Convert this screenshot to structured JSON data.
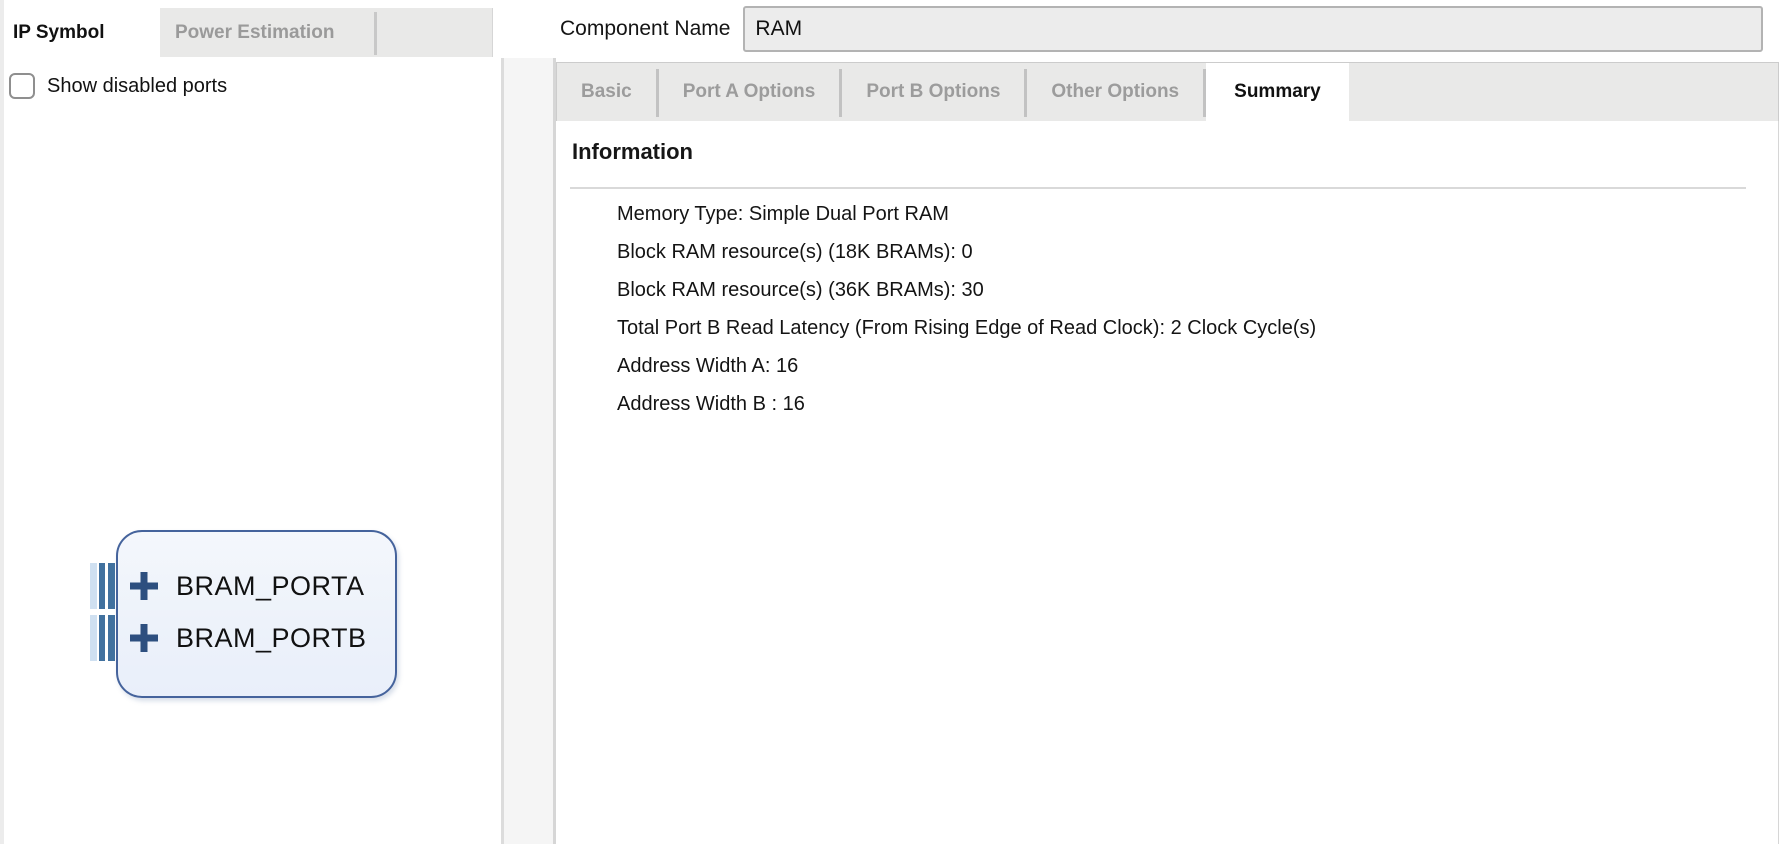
{
  "left_panel": {
    "tabs": [
      {
        "label": "IP Symbol",
        "active": true
      },
      {
        "label": "Power Estimation",
        "active": false
      }
    ],
    "show_disabled_ports_label": "Show disabled ports",
    "show_disabled_ports_checked": false,
    "ip_symbol": {
      "ports": [
        {
          "name": "BRAM_PORTA"
        },
        {
          "name": "BRAM_PORTB"
        }
      ]
    }
  },
  "header": {
    "component_name_label": "Component Name",
    "component_name_value": "RAM"
  },
  "right_panel": {
    "tabs": [
      {
        "label": "Basic",
        "active": false
      },
      {
        "label": "Port A Options",
        "active": false
      },
      {
        "label": "Port B Options",
        "active": false
      },
      {
        "label": "Other Options",
        "active": false
      },
      {
        "label": "Summary",
        "active": true
      }
    ],
    "summary": {
      "heading": "Information",
      "lines": [
        "Memory Type: Simple Dual Port RAM",
        "Block RAM resource(s) (18K BRAMs): 0",
        "Block RAM resource(s) (36K BRAMs): 30",
        "Total Port B Read Latency (From Rising Edge of Read Clock): 2 Clock Cycle(s)",
        "Address Width A: 16",
        "Address Width B : 16"
      ]
    }
  },
  "colors": {
    "tab_strip_bg": "#e9e9e8",
    "inactive_tab_text": "#9c9c9c",
    "block_border": "#45639c",
    "block_fill": "#edf2fa",
    "pin_dark_blue": "#41719f",
    "pin_light_blue": "#cfe0f1",
    "plus_blue": "#2d4f7f",
    "input_bg": "#ececec"
  }
}
